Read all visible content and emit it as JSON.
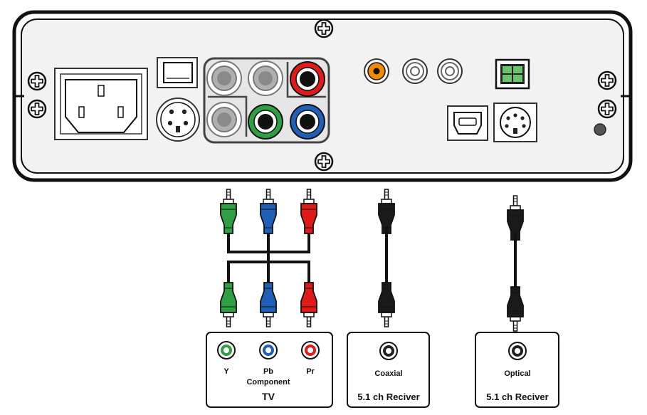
{
  "colors": {
    "green": "#2ea043",
    "blue": "#1f5fb8",
    "red": "#e01919",
    "black": "#1a1a1a",
    "orange": "#f08a00",
    "panel": "#eeeeee",
    "optical_port": "#69c46b"
  },
  "icons": [
    "screw-icon",
    "power-socket-icon",
    "power-switch-icon",
    "s-video-port-icon",
    "rca-jack-icon",
    "coaxial-port-icon",
    "optical-port-icon",
    "usb-b-port-icon",
    "mini-din-port-icon",
    "led-indicator-icon",
    "rca-plug-icon"
  ],
  "outputs": {
    "tv": {
      "connectors": [
        {
          "label": "Y",
          "color_key": "green"
        },
        {
          "label": "Pb",
          "color_key": "blue"
        },
        {
          "label": "Pr",
          "color_key": "red"
        }
      ],
      "group_label": "Component",
      "device_label": "TV"
    },
    "coaxial": {
      "connector_label": "Coaxial",
      "device_label": "5.1 ch Reciver"
    },
    "optical": {
      "connector_label": "Optical",
      "device_label": "5.1 ch Reciver"
    }
  }
}
